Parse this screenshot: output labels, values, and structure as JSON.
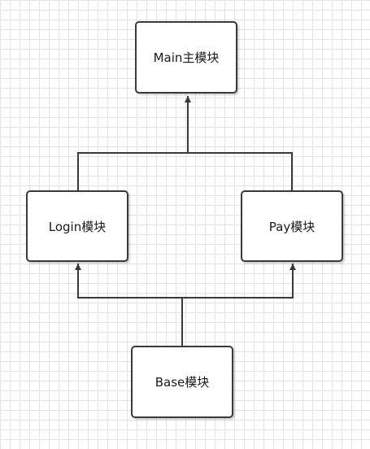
{
  "diagram": {
    "nodes": [
      {
        "id": "main",
        "label": "Main主模块"
      },
      {
        "id": "login",
        "label": "Login模块"
      },
      {
        "id": "pay",
        "label": "Pay模块"
      },
      {
        "id": "base",
        "label": "Base模块"
      }
    ],
    "edges": [
      {
        "from": "login",
        "to": "main"
      },
      {
        "from": "pay",
        "to": "main"
      },
      {
        "from": "base",
        "to": "login"
      },
      {
        "from": "base",
        "to": "pay"
      }
    ],
    "colors": {
      "stroke": "#3a3a3a",
      "grid": "#e3e3e3",
      "background": "#ffffff"
    }
  }
}
